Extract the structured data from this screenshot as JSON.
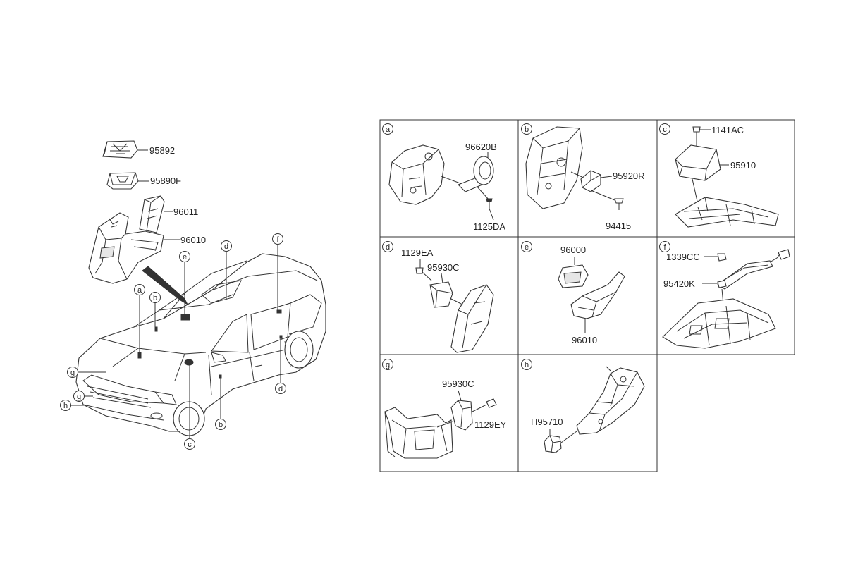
{
  "overview": {
    "parts": {
      "p95892": "95892",
      "p95890f": "95890F",
      "p96011": "96011",
      "p96010": "96010"
    },
    "callouts": {
      "a": "a",
      "b_top": "b",
      "b_bottom": "b",
      "c": "c",
      "d_roof": "d",
      "d_side": "d",
      "e": "e",
      "f": "f",
      "g_upper": "g",
      "g_lower": "g",
      "h": "h"
    }
  },
  "grid": {
    "cells": [
      {
        "letter": "a",
        "parts": [
          "96620B",
          "1125DA"
        ]
      },
      {
        "letter": "b",
        "parts": [
          "95920R",
          "94415"
        ]
      },
      {
        "letter": "c",
        "parts": [
          "1141AC",
          "95910"
        ]
      },
      {
        "letter": "d",
        "parts": [
          "1129EA",
          "95930C"
        ]
      },
      {
        "letter": "e",
        "parts": [
          "96000",
          "96010"
        ]
      },
      {
        "letter": "f",
        "parts": [
          "1339CC",
          "95420K"
        ]
      },
      {
        "letter": "g",
        "parts": [
          "95930C",
          "1129EY"
        ]
      },
      {
        "letter": "h",
        "parts": [
          "H95710"
        ]
      }
    ]
  }
}
